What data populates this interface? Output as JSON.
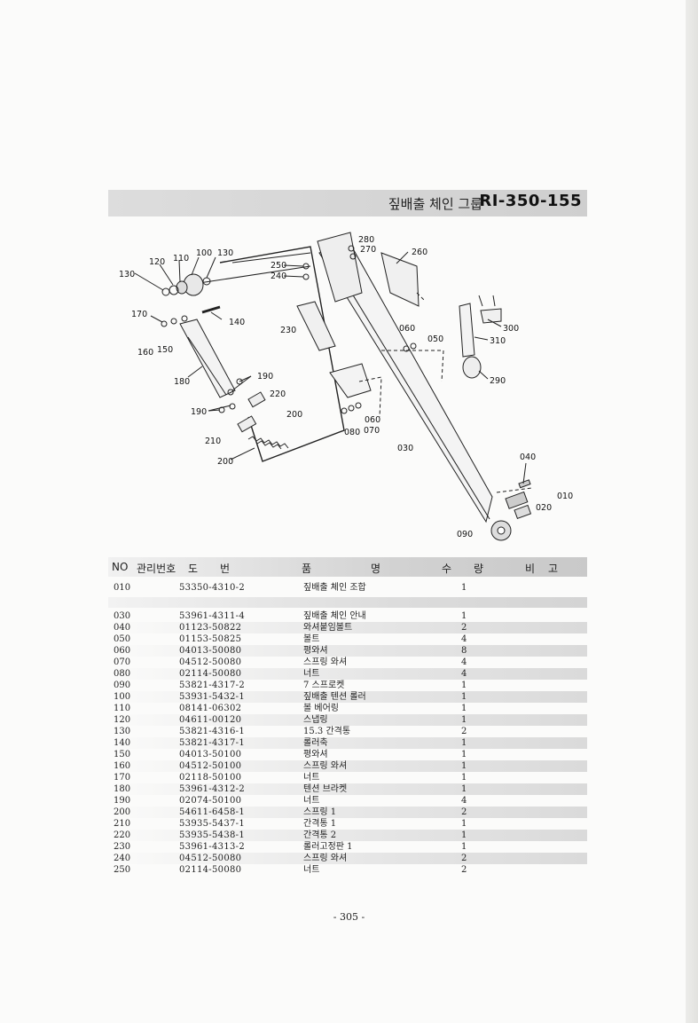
{
  "header": {
    "title_ko": "짚배출 체인 그룹",
    "title_code": "RI-350-155"
  },
  "diagram": {
    "callouts": [
      "280",
      "270",
      "260",
      "250",
      "240",
      "230",
      "120",
      "110",
      "100",
      "130",
      "130",
      "170",
      "160",
      "150",
      "140",
      "180",
      "190",
      "190",
      "220",
      "200",
      "210",
      "200",
      "060",
      "050",
      "060",
      "070",
      "080",
      "300",
      "310",
      "290",
      "030",
      "040",
      "010",
      "020",
      "090"
    ]
  },
  "table": {
    "headers": [
      "NO",
      "관리번호",
      "도",
      "번",
      "품",
      "명",
      "수",
      "량",
      "비",
      "고"
    ],
    "rows": [
      {
        "no": "010",
        "part": "53350-4310-2",
        "name": "짚배출 체인 조합",
        "qty": "1"
      },
      {
        "no": "030",
        "part": "53961-4311-4",
        "name": "짚배출 체인 안내",
        "qty": "1"
      },
      {
        "no": "040",
        "part": "01123-50822",
        "name": "와셔붙임볼트",
        "qty": "2"
      },
      {
        "no": "050",
        "part": "01153-50825",
        "name": "볼트",
        "qty": "4"
      },
      {
        "no": "060",
        "part": "04013-50080",
        "name": "평와셔",
        "qty": "8"
      },
      {
        "no": "070",
        "part": "04512-50080",
        "name": "스프링 와셔",
        "qty": "4"
      },
      {
        "no": "080",
        "part": "02114-50080",
        "name": "너트",
        "qty": "4"
      },
      {
        "no": "090",
        "part": "53821-4317-2",
        "name": "7 스프로켓",
        "qty": "1"
      },
      {
        "no": "100",
        "part": "53931-5432-1",
        "name": "짚배출 텐션 롤러",
        "qty": "1"
      },
      {
        "no": "110",
        "part": "08141-06302",
        "name": "볼 베어링",
        "qty": "1"
      },
      {
        "no": "120",
        "part": "04611-00120",
        "name": "스냅링",
        "qty": "1"
      },
      {
        "no": "130",
        "part": "53821-4316-1",
        "name": "15.3 간격통",
        "qty": "2"
      },
      {
        "no": "140",
        "part": "53821-4317-1",
        "name": "롤러축",
        "qty": "1"
      },
      {
        "no": "150",
        "part": "04013-50100",
        "name": "평와셔",
        "qty": "1"
      },
      {
        "no": "160",
        "part": "04512-50100",
        "name": "스프링 와셔",
        "qty": "1"
      },
      {
        "no": "170",
        "part": "02118-50100",
        "name": "너트",
        "qty": "1"
      },
      {
        "no": "180",
        "part": "53961-4312-2",
        "name": "텐션 브라켓",
        "qty": "1"
      },
      {
        "no": "190",
        "part": "02074-50100",
        "name": "너트",
        "qty": "4"
      },
      {
        "no": "200",
        "part": "54611-6458-1",
        "name": "스프링 1",
        "qty": "2"
      },
      {
        "no": "210",
        "part": "53935-5437-1",
        "name": "간격통 1",
        "qty": "1"
      },
      {
        "no": "220",
        "part": "53935-5438-1",
        "name": "간격통 2",
        "qty": "1"
      },
      {
        "no": "230",
        "part": "53961-4313-2",
        "name": "롤러고정판 1",
        "qty": "1"
      },
      {
        "no": "240",
        "part": "04512-50080",
        "name": "스프링 와셔",
        "qty": "2"
      },
      {
        "no": "250",
        "part": "02114-50080",
        "name": "너트",
        "qty": "2"
      }
    ]
  },
  "footer": {
    "page_number": "- 305 -"
  }
}
